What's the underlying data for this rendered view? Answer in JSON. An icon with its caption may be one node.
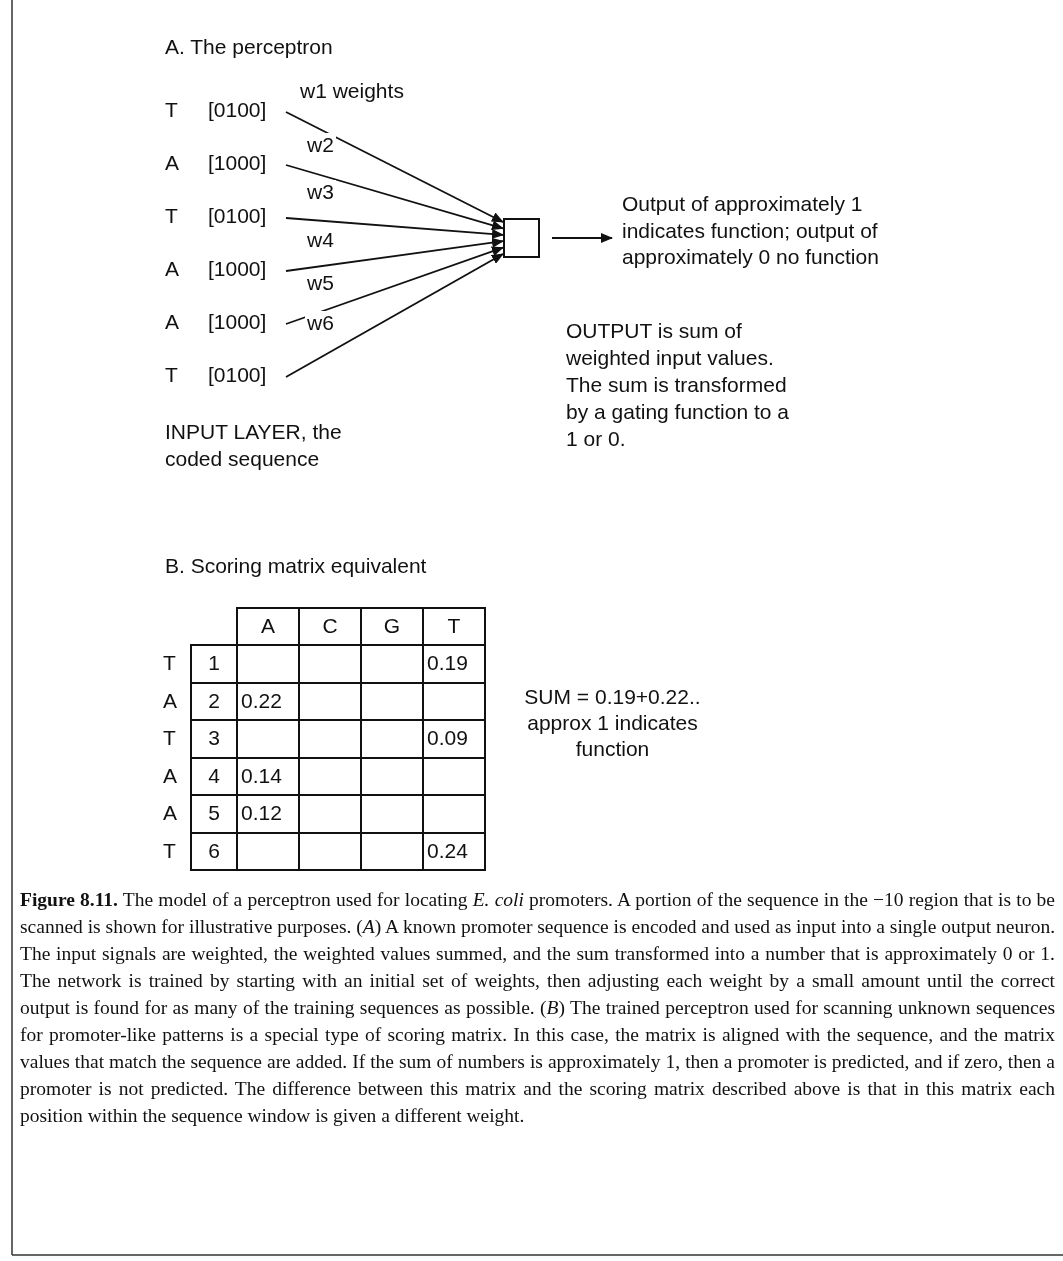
{
  "diagram": {
    "caption": "**Figure 8.11.** The model of a perceptron used for locating *E. coli* promoters. A portion of the sequence in the −10 region that is to be scanned is shown for illustrative purposes. (*A*) A known promoter sequence is encoded and used as input into a single output neuron. The input signals are weighted, the weighted values summed, and the sum transformed into a number that is approximately 0 or 1. The network is trained by starting with an initial set of weights, then adjusting each weight by a small amount until the correct output is found for as many of the training sequences as possible. (*B*) The trained perceptron used for scanning unknown sequences for promoter-like patterns is a special type of scoring matrix. In this case, the matrix is aligned with the sequence, and the matrix values that match the sequence are added. If the sum of numbers is approximately 1, then a promoter is predicted, and if zero, then a promoter is not predicted. The difference between this matrix and the scoring matrix described above is that in this matrix each position within the sequence window is given a different weight.",
    "nodes": [
      {
        "text": [
          "[0100]"
        ],
        "beside": [
          "T"
        ]
      },
      {
        "text": [
          "[1000]"
        ],
        "beside": [
          "A"
        ]
      },
      {
        "text": [
          "[0100]"
        ],
        "beside": [
          "T"
        ]
      },
      {
        "text": [
          "[1000]"
        ],
        "beside": [
          "A"
        ]
      },
      {
        "text": [
          "[1000]"
        ],
        "beside": [
          "A"
        ]
      },
      {
        "text": [
          "[0100]"
        ],
        "beside": [
          "T"
        ]
      },
      {
        "text": [],
        "shape": "box"
      },
      {
        "text": [
          "Output of approximately 1 indicates function; output of approximately 0 no function"
        ]
      }
    ],
    "edges": [
      {
        "from": 0,
        "to": 6,
        "arrow": "to",
        "label": "w1 weights"
      },
      {
        "from": 1,
        "to": 6,
        "arrow": "to",
        "label": "w2"
      },
      {
        "from": 2,
        "to": 6,
        "arrow": "to",
        "label": "w3"
      },
      {
        "from": 3,
        "to": 6,
        "arrow": "to",
        "label": "w4"
      },
      {
        "from": 4,
        "to": 6,
        "arrow": "to",
        "label": "w5"
      },
      {
        "from": 5,
        "to": 6,
        "arrow": "to",
        "label": "w6"
      },
      {
        "from": 6,
        "to": 7,
        "arrow": "to"
      }
    ],
    "labels": [
      "A. The perceptron",
      "OUTPUT is sum of weighted input values. The sum is transformed by a gating function to a 1 or 0.",
      "INPUT LAYER, the coded sequence",
      "B. Scoring matrix equivalent",
      "A",
      "C",
      "G",
      "T",
      "T",
      "1",
      "0.19",
      "A",
      "2",
      "0.22",
      "T",
      "3",
      "0.09",
      "A",
      "4",
      "0.14",
      "A",
      "5",
      "0.12",
      "T",
      "6",
      "0.24",
      "SUM = 0.19+0.22.. approx 1 indicates function"
    ]
  }
}
